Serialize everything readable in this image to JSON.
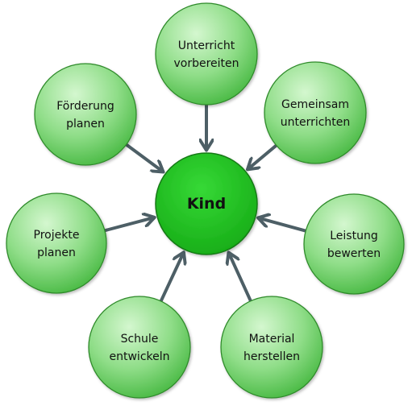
{
  "center": {
    "label": "Kind"
  },
  "nodes": [
    {
      "id": "unterricht-vorbereiten",
      "lines": [
        "Unterricht",
        "vorbereiten"
      ]
    },
    {
      "id": "gemeinsam-unterrichten",
      "lines": [
        "Gemeinsam",
        "unterrichten"
      ]
    },
    {
      "id": "leistung-bewerten",
      "lines": [
        "Leistung",
        "bewerten"
      ]
    },
    {
      "id": "material-herstellen",
      "lines": [
        "Material",
        "herstellen"
      ]
    },
    {
      "id": "schule-entwickeln",
      "lines": [
        "Schule",
        "entwickeln"
      ]
    },
    {
      "id": "projekte-planen",
      "lines": [
        "Projekte",
        "planen"
      ]
    },
    {
      "id": "foerderung-planen",
      "lines": [
        "Förderung",
        "planen"
      ]
    }
  ],
  "colors": {
    "center_fill": "#1cc11c",
    "node_fill_light": "#c6f2c2",
    "node_fill_dark": "#4fc44a",
    "node_stroke": "#2f8a2a",
    "arrow": "#4d5f66"
  }
}
